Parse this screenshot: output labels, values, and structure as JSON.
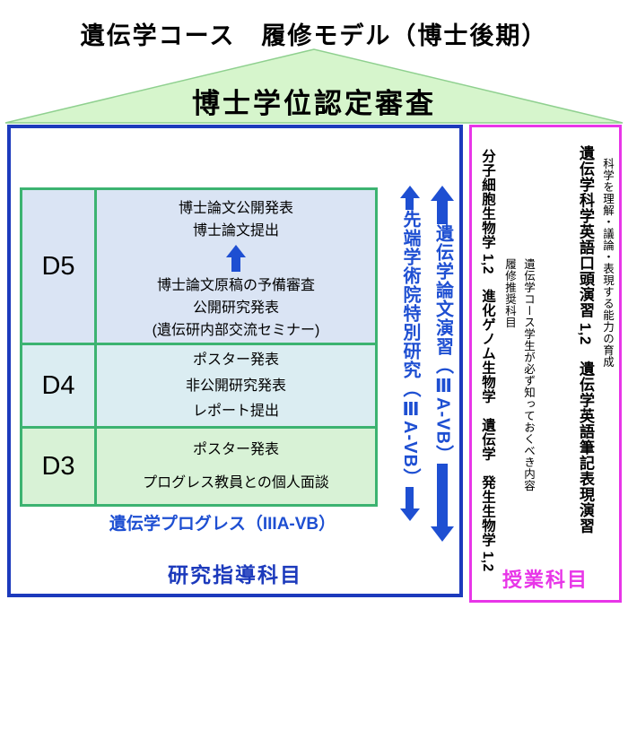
{
  "page": {
    "title": "遺伝学コース　履修モデル（博士後期）",
    "roof_label": "博士学位認定審査"
  },
  "research_box": {
    "box_label": "研究指導科目",
    "progress_label": "遺伝学プログレス（IIIA-VB）",
    "stages": [
      {
        "label": "D5",
        "top_items": [
          "博士論文公開発表",
          "博士論文提出"
        ],
        "bottom_items": [
          "博士論文原稿の予備審査",
          "公開研究発表",
          "(遺伝研内部交流セミナー)"
        ]
      },
      {
        "label": "D4",
        "items": [
          "ポスター発表",
          "非公開研究発表",
          "レポート提出"
        ]
      },
      {
        "label": "D3",
        "items": [
          "ポスター発表",
          "プログレス教員との個人面談"
        ]
      }
    ],
    "vertical_programs": [
      {
        "name": "先端学術院特別研究（ⅢA-VB）"
      },
      {
        "name": "遺伝学論文演習（ⅢA-VB）"
      }
    ]
  },
  "course_box": {
    "box_label": "授業科目",
    "groups": [
      {
        "courses": "分子細胞生物学 1,2　進化ゲノム生物学　遺伝学　発生生物学 1,2",
        "notes": [
          "履修推奨科目",
          "遺伝学コース学生が必ず知っておくべき内容"
        ]
      },
      {
        "courses": "遺伝学科学英語口頭演習 1,2　遺伝学英語筆記表現演習",
        "notes": [
          "科学を理解・議論・表現する能力の育成"
        ]
      }
    ]
  },
  "colors": {
    "research_border": "#1c3abc",
    "course_border": "#e835e8",
    "stage_border": "#3cb371",
    "d5_fill": "#dae4f4",
    "d4_fill": "#dbedf2",
    "d3_fill": "#d8f2d6",
    "roof_fill": "#d6f5cc",
    "roof_stroke": "#8fd08f",
    "accent_blue": "#1e4fd2"
  }
}
